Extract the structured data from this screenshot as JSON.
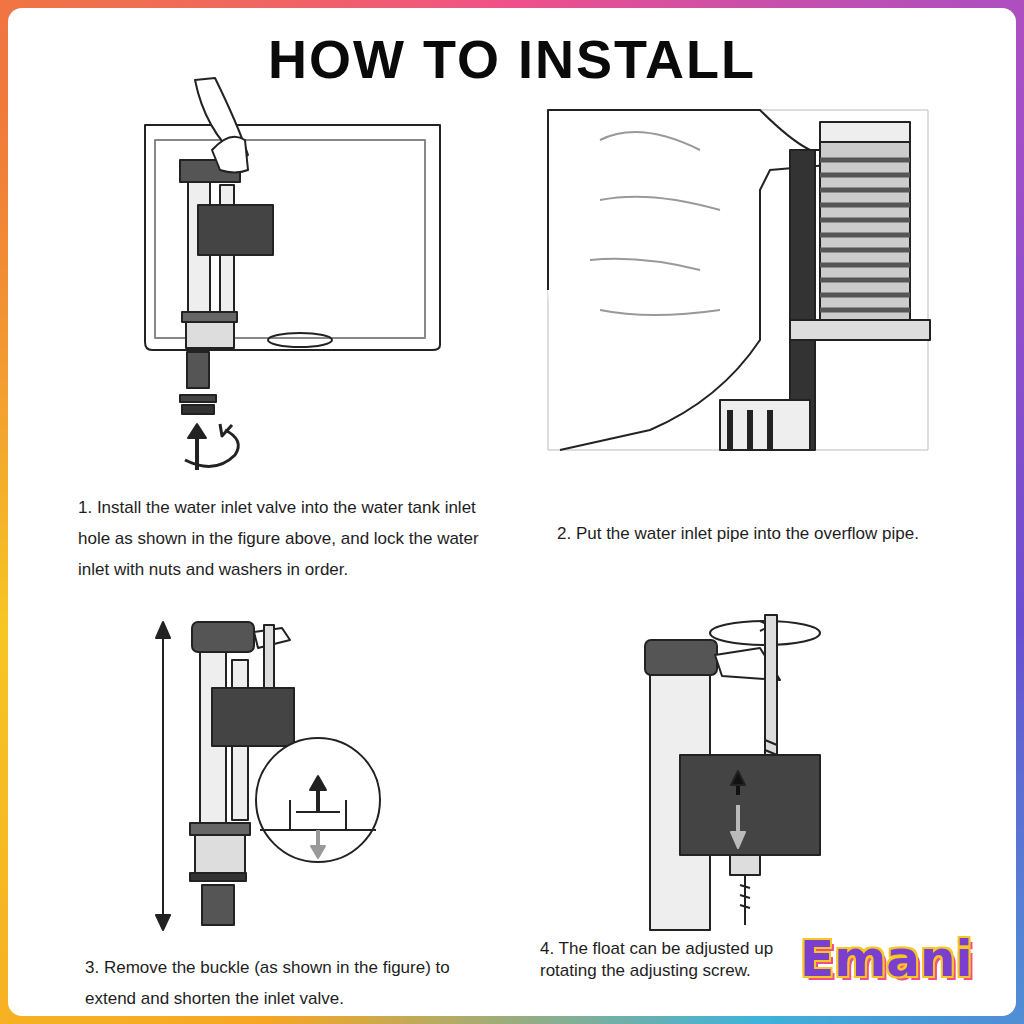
{
  "diagram": {
    "title": "HOW TO INSTALL",
    "labels": [
      "1. Install the water inlet valve into the water tank inlet hole as shown in the figure above, and lock the water inlet with nuts and washers in order.",
      "2. Put the water inlet pipe into the overflow pipe.",
      "3. Remove the buckle (as shown in the figure) to extend and shorten the inlet valve.",
      "4. The float can be adjusted up rotating the adjusting screw.",
      "Emani"
    ]
  }
}
